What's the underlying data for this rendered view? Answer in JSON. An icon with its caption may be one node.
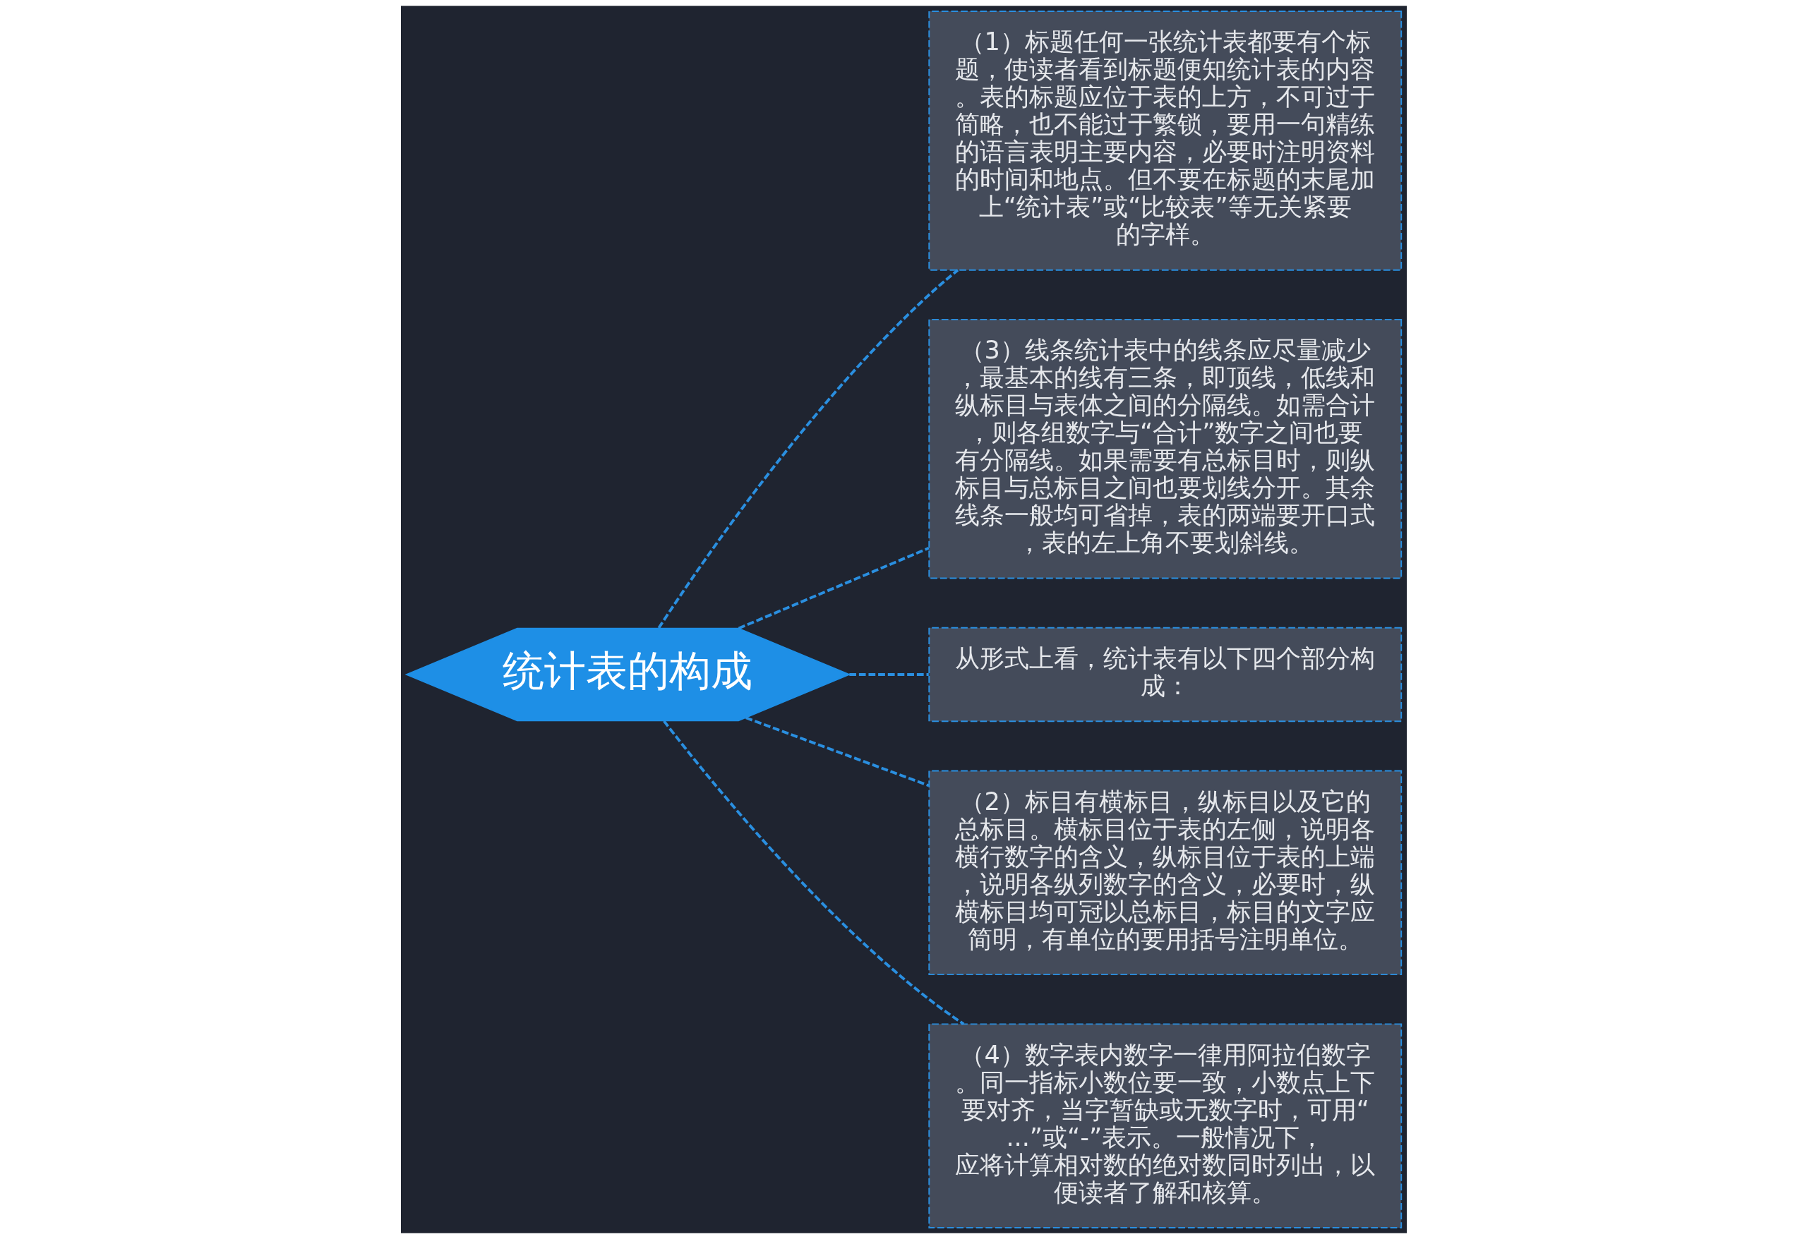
{
  "diagram": {
    "nodes": [
      {
        "text": [
          "统计表的构成"
        ]
      },
      {
        "text": [
          "（1）标题任何一张统计表都要有个标题，使读者看到标题便知统计表的内容。表的标题应位于表的上方，不可过于简略，也不能过于繁锁，要用一句精练的语言表明主要内容，必要时注明资料的时间和地点。但不要在标题的末尾加上“统计表”或“比较表”等无关紧要的字样。"
        ]
      },
      {
        "text": [
          "（3）线条统计表中的线条应尽量减少，最基本的线有三条，即顶线，低线和纵标目与表体之间的分隔线。如需合计，则各组数字与“合计”数字之间也要有分隔线。如果需要有总标目时，则纵标目与总标目之间也要划线分开。其余线条一般均可省掉，表的两端要开口式，表的左上角不要划斜线。"
        ]
      },
      {
        "text": [
          "从形式上看，统计表有以下四个部分构成："
        ]
      },
      {
        "text": [
          "（2）标目有横标目，纵标目以及它的总标目。横标目位于表的左侧，说明各横行数字的含义，纵标目位于表的上端，说明各纵列数字的含义，必要时，纵横标目均可冠以总标目，标目的文字应简明，有单位的要用括号注明单位。"
        ]
      },
      {
        "text": [
          "（4）数字表内数字一律用阿拉伯数字。同一指标小数位要一致，小数点上下要对齐，当字暂缺或无数字时，可用“...”或“-”表示。一般情况下，应将计算相对数的绝对数同时列出，以便读者了解和核算。"
        ]
      }
    ],
    "edges": [
      {
        "from": 0,
        "to": 1,
        "arrow": "none"
      },
      {
        "from": 0,
        "to": 2,
        "arrow": "none"
      },
      {
        "from": 0,
        "to": 3,
        "arrow": "none"
      },
      {
        "from": 0,
        "to": 4,
        "arrow": "none"
      },
      {
        "from": 0,
        "to": 5,
        "arrow": "none"
      }
    ]
  }
}
